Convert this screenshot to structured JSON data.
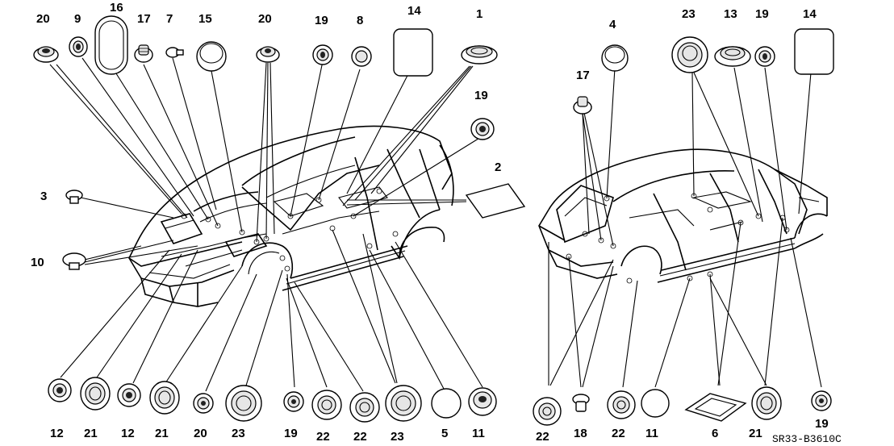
{
  "drawing_code": "SR33-B3610C",
  "callouts": {
    "c20a": "20",
    "c9": "9",
    "c16": "16",
    "c17a": "17",
    "c7": "7",
    "c15": "15",
    "c20b": "20",
    "c19a": "19",
    "c8": "8",
    "c14a": "14",
    "c1": "1",
    "c19b": "19",
    "c2": "2",
    "c3": "3",
    "c10": "10",
    "c4": "4",
    "c17b": "17",
    "c23a": "23",
    "c13": "13",
    "c19c": "19",
    "c14b": "14",
    "b12a": "12",
    "b21a": "21",
    "b12b": "12",
    "b21b": "21",
    "b20": "20",
    "b23a": "23",
    "b19a": "19",
    "b22a": "22",
    "b22b": "22",
    "b23b": "23",
    "b5": "5",
    "b11a": "11",
    "b22c": "22",
    "b18": "18",
    "b22d": "22",
    "b11b": "11",
    "b6": "6",
    "b21c": "21",
    "b19b": "19"
  }
}
